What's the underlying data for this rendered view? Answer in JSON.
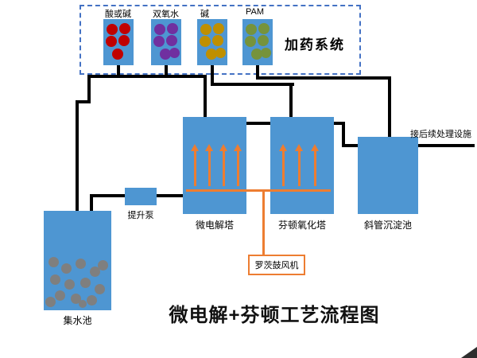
{
  "title": "微电解+芬顿工艺流程图",
  "colors": {
    "tank_blue": "#4e96d2",
    "pipe_black": "#000000",
    "aeration_orange": "#ed7d31",
    "dosing_border_blue": "#4472c4",
    "sludge_gray": "#7f7f7f"
  },
  "dosing": {
    "title": "加药系统",
    "tanks": [
      {
        "label": "酸或碱",
        "dot_color": "#c00000",
        "dots": 5
      },
      {
        "label": "双氧水",
        "dot_color": "#7030a0",
        "dots": 6
      },
      {
        "label": "碱",
        "dot_color": "#bf8f00",
        "dots": 6
      },
      {
        "label": "PAM",
        "dot_color": "#76933c",
        "dots": 6
      }
    ]
  },
  "units": {
    "collection_tank": "集水池",
    "lift_pump": "提升泵",
    "micro_electrolysis_tower": "微电解塔",
    "fenton_tower": "芬顿氧化塔",
    "inclined_tube_settler": "斜管沉淀池",
    "roots_blower": "罗茨鼓风机",
    "effluent_note": "接后续处理设施"
  },
  "sludge_dots": 14
}
